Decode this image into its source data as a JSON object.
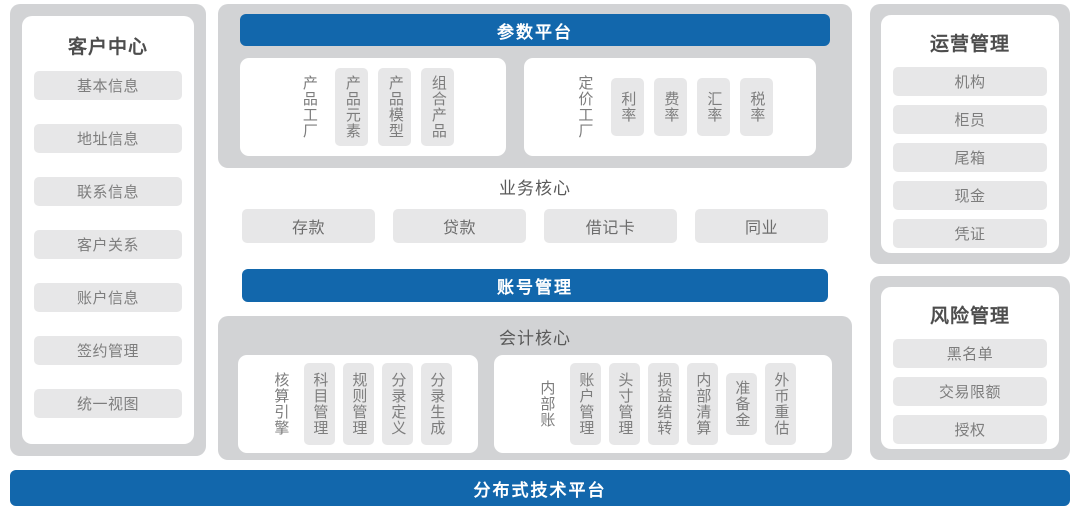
{
  "left_card": {
    "title": "客户中心",
    "items": [
      {
        "label": "基本信息"
      },
      {
        "label": "地址信息"
      },
      {
        "label": "联系信息"
      },
      {
        "label": "客户关系"
      },
      {
        "label": "账户信息"
      },
      {
        "label": "签约管理"
      },
      {
        "label": "统一视图"
      }
    ]
  },
  "parameter_platform": {
    "title": "参数平台",
    "groups": [
      {
        "name": "product-factory",
        "label": "产品工厂",
        "chips": [
          {
            "label": "产品元素",
            "short": false
          },
          {
            "label": "产品模型",
            "short": false
          },
          {
            "label": "组合产品",
            "short": false
          }
        ]
      },
      {
        "name": "pricing-factory",
        "label": "定价工厂",
        "chips": [
          {
            "label": "利率",
            "short": true
          },
          {
            "label": "费率",
            "short": true
          },
          {
            "label": "汇率",
            "short": true
          },
          {
            "label": "税率",
            "short": true
          }
        ]
      }
    ]
  },
  "business_core": {
    "title": "业务核心",
    "items": [
      {
        "label": "存款"
      },
      {
        "label": "贷款"
      },
      {
        "label": "借记卡"
      },
      {
        "label": "同业"
      }
    ]
  },
  "account_management": {
    "title": "账号管理"
  },
  "accounting_core": {
    "title": "会计核心",
    "groups": [
      {
        "name": "accounting-engine",
        "label": "核算引擎",
        "chips": [
          {
            "label": "科目管理",
            "short": false
          },
          {
            "label": "规则管理",
            "short": false
          },
          {
            "label": "分录定义",
            "short": false
          },
          {
            "label": "分录生成",
            "short": false
          }
        ]
      },
      {
        "name": "internal-ledger",
        "label": "内部账",
        "chips": [
          {
            "label": "账户管理",
            "short": false
          },
          {
            "label": "头寸管理",
            "short": false
          },
          {
            "label": "损益结转",
            "short": false
          },
          {
            "label": "内部清算",
            "short": false
          },
          {
            "label": "准备金",
            "short": true
          },
          {
            "label": "外币重估",
            "short": false
          }
        ]
      }
    ]
  },
  "operations_card": {
    "title": "运营管理",
    "items": [
      {
        "label": "机构"
      },
      {
        "label": "柜员"
      },
      {
        "label": "尾箱"
      },
      {
        "label": "现金"
      },
      {
        "label": "凭证"
      }
    ]
  },
  "risk_card": {
    "title": "风险管理",
    "items": [
      {
        "label": "黑名单"
      },
      {
        "label": "交易限额"
      },
      {
        "label": "授权"
      }
    ]
  },
  "bottom_bar": {
    "title": "分布式技术平台"
  },
  "colors": {
    "accent_blue": "#1267ac",
    "panel_gray": "#d2d3d5",
    "chip_gray": "#e7e7e8",
    "text_gray": "#7d7d7d",
    "title_gray": "#4d4d4d",
    "page_background": "#ffffff"
  }
}
